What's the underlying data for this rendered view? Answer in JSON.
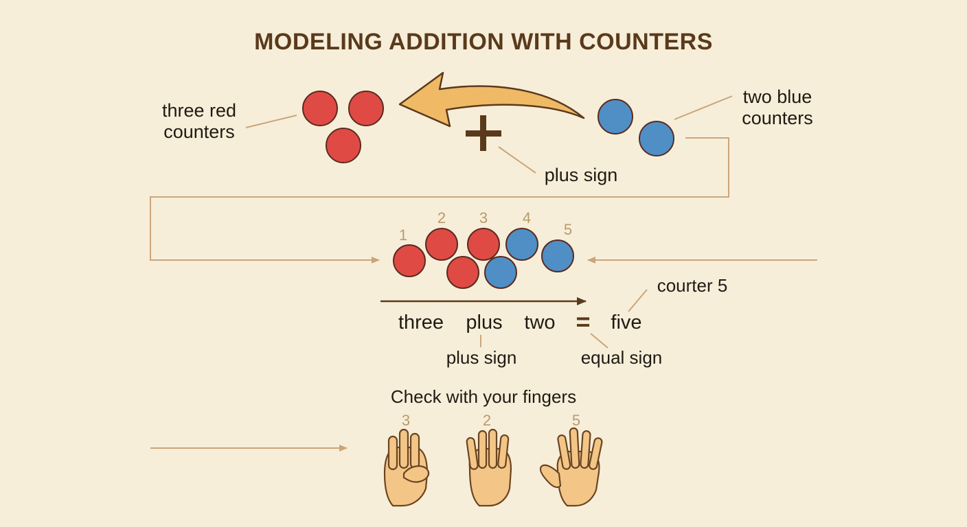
{
  "title": "MODELING ADDITION WITH COUNTERS",
  "colors": {
    "background": "#f7eed9",
    "red": "#df4b44",
    "blue": "#4f8fc6",
    "counter_stroke": "#5a2a20",
    "arrow": "#efb966",
    "connector": "#c9a57a",
    "dark": "#5a3a1c",
    "skin": "#f3c688"
  },
  "top": {
    "red_label_line1": "three red",
    "red_label_line2": "counters",
    "blue_label_line1": "two blue",
    "blue_label_line2": "counters",
    "plus_label": "plus sign"
  },
  "middle": {
    "counter_numbers": [
      "1",
      "2",
      "3",
      "4",
      "5"
    ],
    "words": {
      "three": "three",
      "plus": "plus",
      "two": "two",
      "equals": "=",
      "five": "five"
    },
    "counter_label": "courter 5",
    "plus_sign_label": "plus sign",
    "equal_sign_label": "equal sign"
  },
  "bottom": {
    "check_label": "Check with your fingers",
    "hand_numbers": [
      "3",
      "2",
      "5"
    ]
  }
}
